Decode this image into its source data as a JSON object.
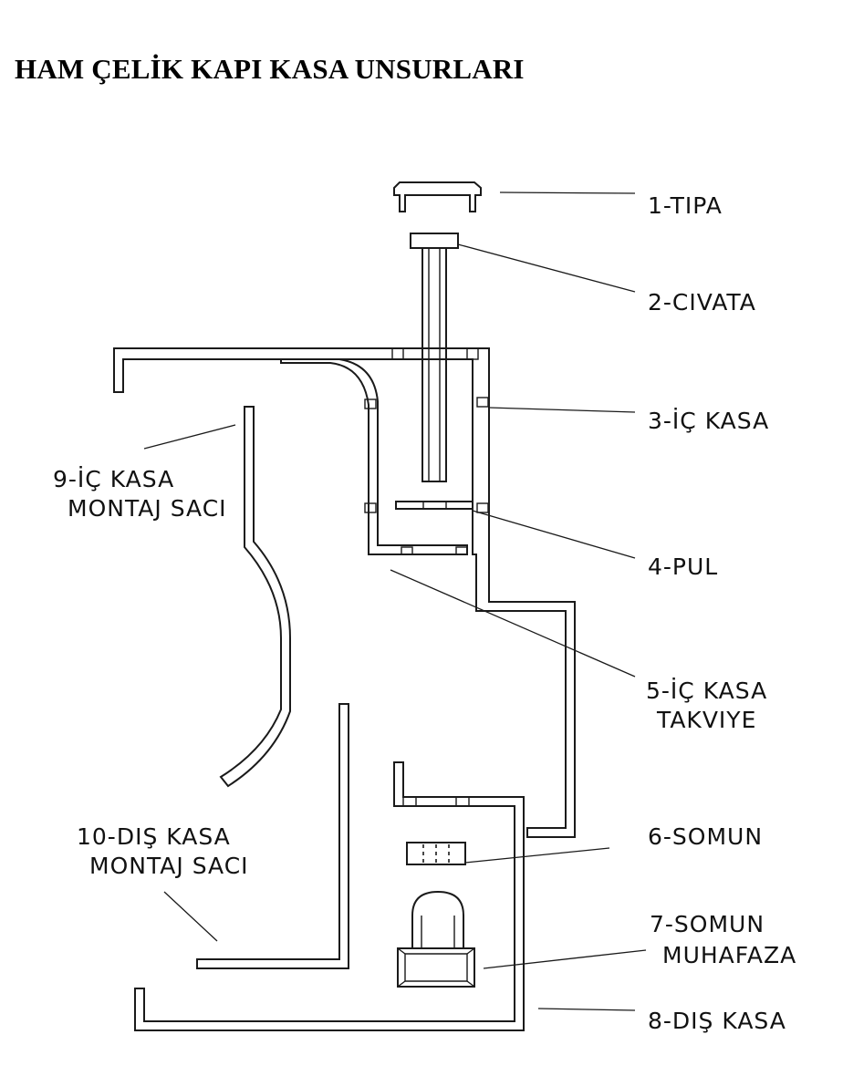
{
  "title": "HAM ÇELİK KAPI KASA UNSURLARI",
  "labels": {
    "l1": "1-TIPA",
    "l2": "2-CIVATA",
    "l3": "3-İÇ KASA",
    "l4": "4-PUL",
    "l5a": "5-İÇ KASA",
    "l5b": "TAKVIYE",
    "l6": "6-SOMUN",
    "l7a": "7-SOMUN",
    "l7b": "MUHAFAZA",
    "l8": "8-DIŞ KASA",
    "l9a": "9-İÇ KASA",
    "l9b": "MONTAJ SACI",
    "l10a": "10-DIŞ KASA",
    "l10b": "MONTAJ SACI"
  }
}
